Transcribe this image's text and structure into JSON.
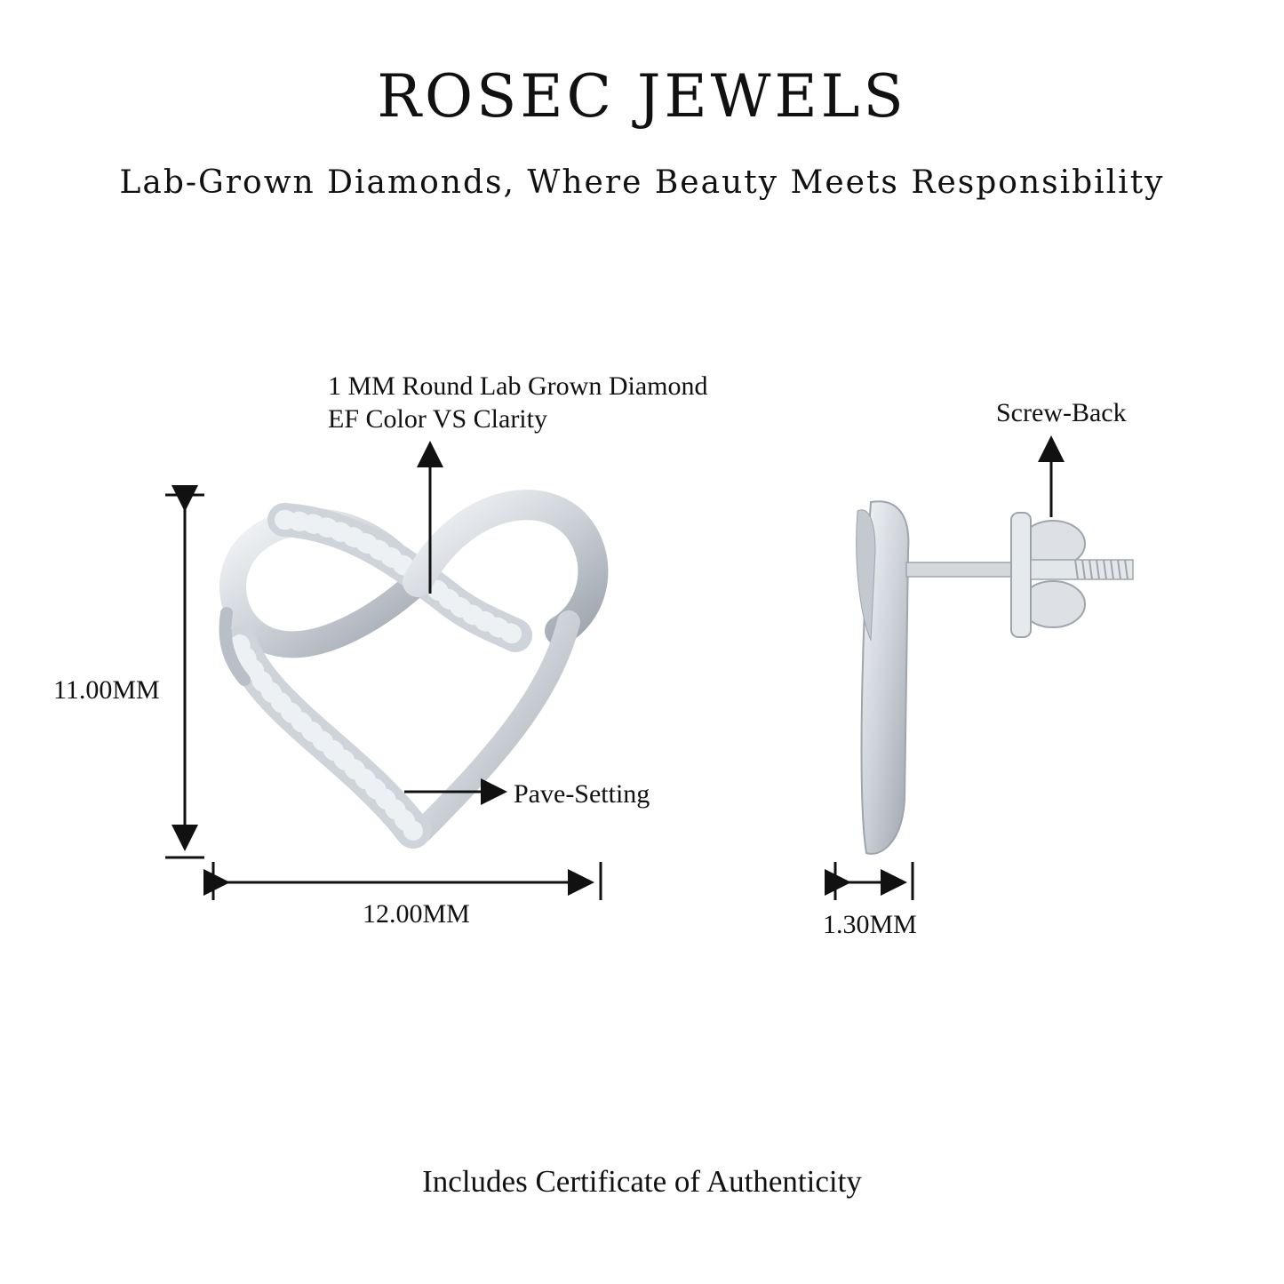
{
  "header": {
    "brand": "ROSEC JEWELS",
    "tagline": "Lab-Grown Diamonds, Where Beauty Meets Responsibility"
  },
  "annotations": {
    "diamond_line1": "1 MM Round Lab Grown Diamond",
    "diamond_line2": "EF Color VS Clarity",
    "screw_back": "Screw-Back",
    "pave_setting": "Pave-Setting",
    "height": "11.00MM",
    "width": "12.00MM",
    "depth": "1.30MM"
  },
  "footer": {
    "certificate": "Includes Certificate of Authenticity"
  },
  "colors": {
    "text": "#111111",
    "metal": "#d9dde2",
    "metal_dark": "#a9afb6",
    "background": "#ffffff"
  }
}
